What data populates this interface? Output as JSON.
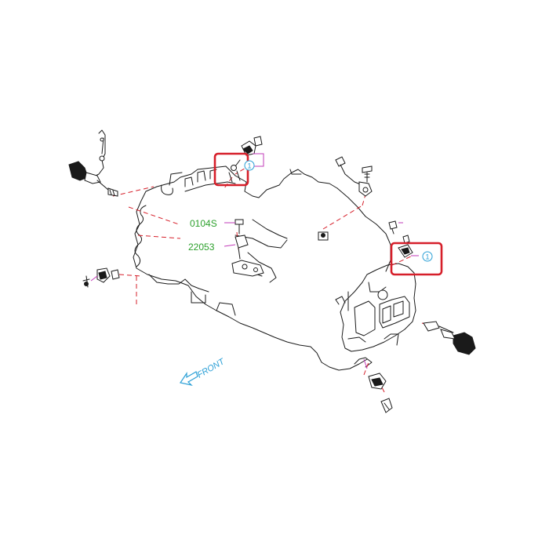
{
  "diagram": {
    "part_labels": [
      "0104S",
      "22053"
    ],
    "callouts": [
      "1",
      "1"
    ],
    "direction_label": "FRONT"
  },
  "colors": {
    "outline": "#1a1a1a",
    "highlight_box": "#d61f2a",
    "part_label": "#2ca02c",
    "callout": "#2a9fd6",
    "leader": "#c23bb8"
  }
}
